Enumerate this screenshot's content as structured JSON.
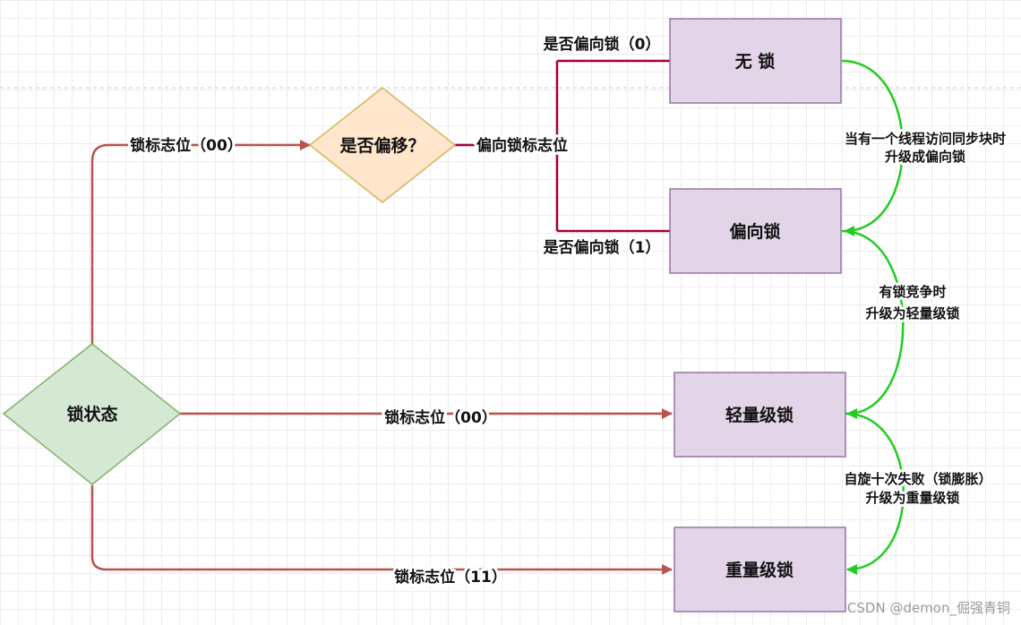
{
  "nodes": {
    "lock_state": "锁状态",
    "is_biased": "是否偏移？",
    "no_lock": "无 锁",
    "biased_lock": "偏向锁",
    "lightweight_lock": "轻量级锁",
    "heavyweight_lock": "重量级锁"
  },
  "edges": {
    "to_biased_check": "锁标志位（00）",
    "biased_flag": "偏向锁标志位",
    "biased_0": "是否偏向锁（0）",
    "biased_1": "是否偏向锁（1）",
    "to_lightweight": "锁标志位（00）",
    "to_heavyweight": "锁标志位（11）"
  },
  "transitions": {
    "no_to_biased": [
      "当有一个线程访问同步块时",
      "升级成偏向锁"
    ],
    "biased_to_light": [
      "有锁竞争时",
      "升级为轻量级锁"
    ],
    "light_to_heavy": [
      "自旋十次失败（锁膨胀）",
      "升级为重量级锁"
    ]
  },
  "watermark": "CSDN @demon_倔强青铜",
  "colors": {
    "lock_box_fill": "#e1d5e7",
    "lock_box_stroke": "#9673a6",
    "decision_fill": "#ffe6cc",
    "decision_stroke": "#d6b656",
    "state_fill": "#d5e8d4",
    "state_stroke": "#82b366",
    "arrow_red": "#b85450",
    "bracket": "#a50040",
    "upgrade_green": "#22cc22"
  }
}
